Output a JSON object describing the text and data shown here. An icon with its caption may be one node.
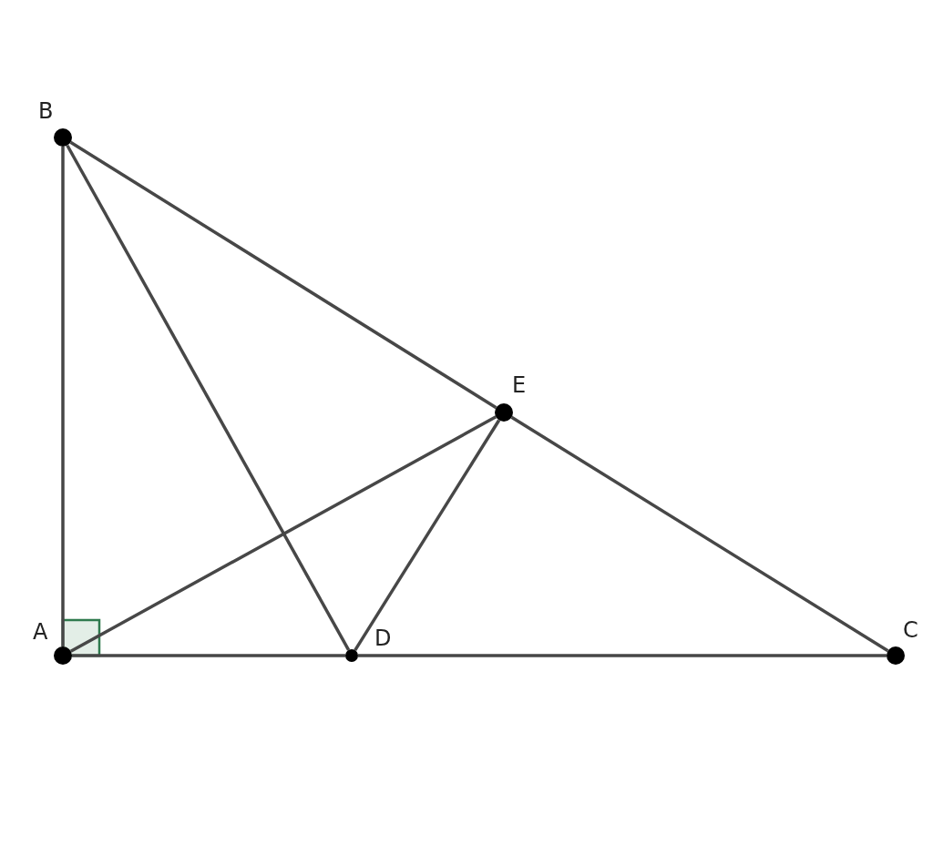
{
  "diagram": {
    "nodes": [
      {
        "text": [],
        "shape": "circle",
        "beside": [
          "B"
        ]
      },
      {
        "text": [],
        "shape": "circle",
        "beside": [
          "A"
        ]
      },
      {
        "text": [],
        "shape": "circle",
        "beside": [
          "D"
        ]
      },
      {
        "text": [],
        "shape": "circle",
        "beside": [
          "E"
        ]
      },
      {
        "text": [],
        "shape": "circle",
        "beside": [
          "C"
        ]
      }
    ],
    "edges": [
      {
        "from": 1,
        "to": 0,
        "arrow": "none"
      },
      {
        "from": 0,
        "to": 3,
        "arrow": "none"
      },
      {
        "from": 3,
        "to": 4,
        "arrow": "none"
      },
      {
        "from": 1,
        "to": 2,
        "arrow": "none"
      },
      {
        "from": 2,
        "to": 4,
        "arrow": "none"
      },
      {
        "from": 0,
        "to": 2,
        "arrow": "none"
      },
      {
        "from": 1,
        "to": 3,
        "arrow": "none"
      },
      {
        "from": 2,
        "to": 3,
        "arrow": "none"
      }
    ]
  }
}
